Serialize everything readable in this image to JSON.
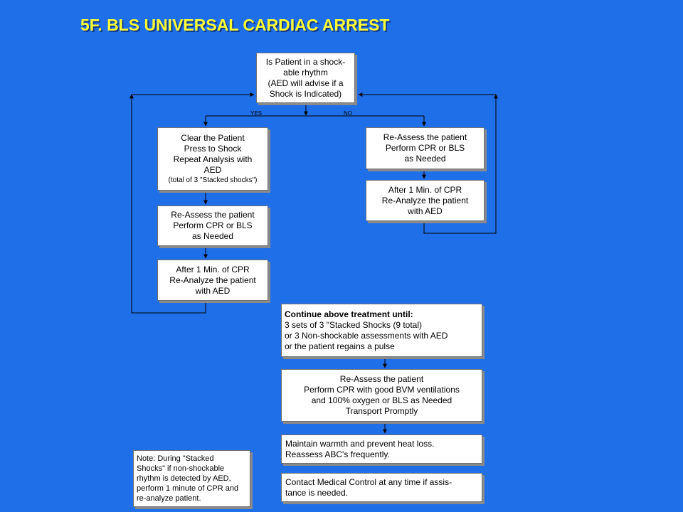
{
  "title": "5F.  BLS UNIVERSAL CARDIAC ARREST",
  "nodes": {
    "start": "Is Patient in a shock-\nable rhythm\n(AED will advise if a\nShock is Indicated)",
    "shock_main": "Clear the Patient\nPress to Shock\nRepeat Analysis with\nAED",
    "shock_note": "(total of 3 \"Stacked shocks\")",
    "yes_reassess": "Re-Assess the patient\nPerform CPR or BLS\nas Needed",
    "yes_after": "After 1 Min. of CPR\nRe-Analyze the patient\nwith AED",
    "no_reassess": "Re-Assess the patient\nPerform CPR or BLS\nas Needed",
    "no_after": "After 1 Min. of CPR\nRe-Analyze the patient\nwith AED",
    "continue_title": "Continue above treatment until:",
    "continue_body": "3 sets of 3 \"Stacked Shocks (9 total)\nor 3 Non-shockable assessments with AED\nor the patient regains a pulse",
    "final_reassess": "Re-Assess the patient\nPerform CPR with good BVM ventilations\nand 100% oxygen or BLS as Needed\nTransport Promptly",
    "warmth": "Maintain warmth and prevent heat loss.\nReassess ABC's frequently.",
    "contact": "Contact Medical Control at any time if assis-\ntance is needed.",
    "note": "Note: During \"Stacked\nShocks\" if non-shockable\nrhythm is detected by AED,\nperform 1 minute of CPR and\nre-analyze patient."
  },
  "edges": {
    "yes": "YES",
    "no": "NO"
  },
  "colors": {
    "background": "#1f6fe8",
    "title": "#ffff33",
    "line": "#000000"
  }
}
